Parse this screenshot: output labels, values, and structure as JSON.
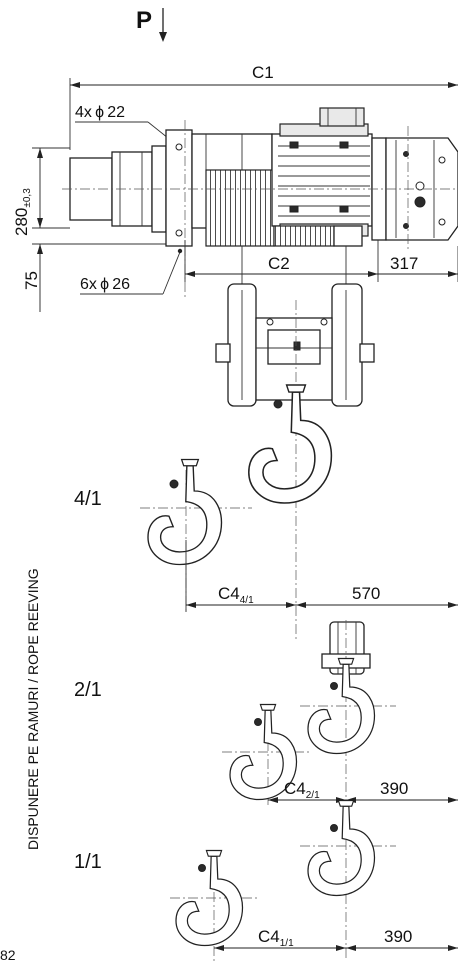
{
  "load_label": "P",
  "dims": {
    "c1": "C1",
    "c2": "C2",
    "d317": "317",
    "h280": "280",
    "h280_tol": "±0,3",
    "h75": "75",
    "hole4": "4x ϕ 22",
    "hole6": "6x ϕ 26"
  },
  "reeving_title": "DISPUNERE PE RAMURI / ROPE REEVING",
  "reevings": [
    {
      "label": "4/1",
      "c4_base": "C4",
      "c4_sub": "4/1",
      "value": "570"
    },
    {
      "label": "2/1",
      "c4_base": "C4",
      "c4_sub": "2/1",
      "value": "390"
    },
    {
      "label": "1/1",
      "c4_base": "C4",
      "c4_sub": "1/1",
      "value": "390"
    }
  ],
  "page_number": "82"
}
